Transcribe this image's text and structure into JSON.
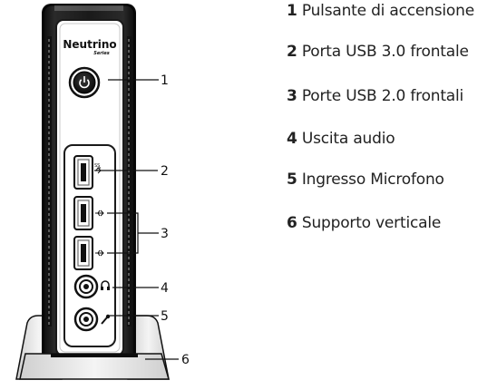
{
  "device": {
    "brand": "Neutrino",
    "series": "Series"
  },
  "callouts": [
    "1",
    "2",
    "3",
    "4",
    "5",
    "6"
  ],
  "legend": [
    {
      "num": "1",
      "text": "Pulsante di accensione"
    },
    {
      "num": "2",
      "text": "Porta USB 3.0 frontale"
    },
    {
      "num": "3",
      "text": "Porte USB 2.0 frontali"
    },
    {
      "num": "4",
      "text": "Uscita audio"
    },
    {
      "num": "5",
      "text": "Ingresso Microfono"
    },
    {
      "num": "6",
      "text": "Supporto verticale"
    }
  ]
}
